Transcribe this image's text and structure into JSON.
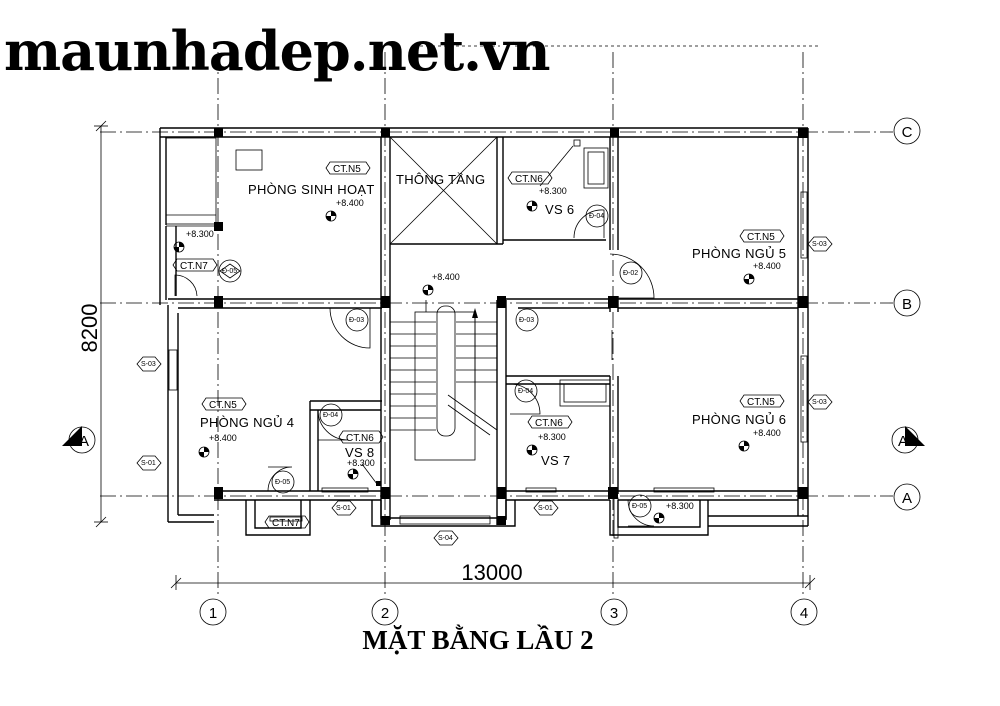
{
  "watermark": "maunhadep.net.vn",
  "title": "MẶT BẰNG LẦU 2",
  "dimensions": {
    "width": "13000",
    "height": "8200"
  },
  "axes": {
    "a": "A",
    "b": "B",
    "c": "C",
    "n1": "1",
    "n2": "2",
    "n3": "3",
    "n4": "4"
  },
  "rooms": {
    "living": "PHÒNG SINH HOẠT",
    "void": "THÔNG TẦNG",
    "bed4": "PHÒNG NGỦ 4",
    "bed5": "PHÒNG NGỦ 5",
    "bed6": "PHÒNG NGỦ 6",
    "wc6": "VS 6",
    "wc7": "VS 7",
    "wc8": "VS 8"
  },
  "tags": {
    "n5": "CT.N5",
    "n6": "CT.N6",
    "n7": "CT.N7"
  },
  "levels": {
    "l8400": "+8.400",
    "l8300": "+8.300"
  },
  "doors": {
    "d2": "Đ-02",
    "d3": "Đ-03",
    "d4": "Đ-04",
    "d5": "Đ-05"
  },
  "windows": {
    "s1": "S-01",
    "s3": "S-03",
    "s4": "S-04"
  }
}
